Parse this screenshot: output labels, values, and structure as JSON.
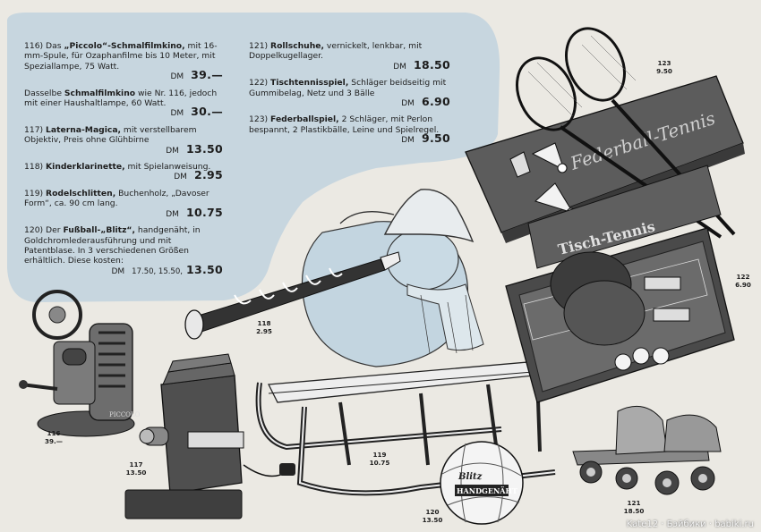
{
  "entries_left": [
    {
      "number": "116)",
      "pre": "Das ",
      "bold": "„Piccolo“-Schmalfilmkino,",
      "text": " mit 16-mm-Spule, für Ozaphanfilme bis 10 Meter, mit Speziallampe, 75 Watt.",
      "price": "39.—"
    },
    {
      "number": "",
      "pre": "Dasselbe ",
      "bold": "Schmalfilmkino",
      "text": " wie Nr. 116, jedoch mit einer Haushaltlampe, 60 Watt.",
      "price": "30.—"
    },
    {
      "number": "117)",
      "pre": "",
      "bold": "Laterna-Magica,",
      "text": " mit verstellbarem Objektiv, Preis ohne Glühbirne",
      "price": "13.50"
    },
    {
      "number": "118)",
      "pre": "",
      "bold": "Kinderklarinette,",
      "text": " mit Spielanweisung.",
      "price": "2.95"
    },
    {
      "number": "119)",
      "pre": "",
      "bold": "Rodelschlitten,",
      "text": " Buchenholz, „Davoser Form“, ca. 90 cm lang.",
      "price": "10.75"
    },
    {
      "number": "120)",
      "pre": "Der ",
      "bold": "Fußball-„Blitz“,",
      "text": " handgenäht, in Goldchromlederausführung und mit Patentblase. In 3 verschiedenen Größen erhältlich. Diese kosten:",
      "small_prices": "17.50, 15.50,",
      "price": "13.50"
    }
  ],
  "entries_right": [
    {
      "number": "121)",
      "pre": "",
      "bold": "Rollschuhe,",
      "text": " vernickelt, lenkbar, mit Doppelkugellager.",
      "price": "18.50"
    },
    {
      "number": "122)",
      "pre": "",
      "bold": "Tischtennisspiel,",
      "text": " Schläger beidseitig mit Gummibelag, Netz und 3 Bälle",
      "price": "6.90"
    },
    {
      "number": "123)",
      "pre": "",
      "bold": "Federballspiel,",
      "text": " 2 Schläger, mit Perlon bespannt, 2 Plastikbälle, Leine und Spielregel.",
      "price": "9.50"
    }
  ],
  "currency": "DM",
  "tags": {
    "t116": {
      "number": "116",
      "price": "39.—"
    },
    "t117": {
      "number": "117",
      "price": "13.50"
    },
    "t118": {
      "number": "118",
      "price": "2.95"
    },
    "t119": {
      "number": "119",
      "price": "10.75"
    },
    "t120": {
      "number": "120",
      "price": "13.50"
    },
    "t121": {
      "number": "121",
      "price": "18.50"
    },
    "t122": {
      "number": "122",
      "price": "6.90"
    },
    "t123": {
      "number": "123",
      "price": "9.50"
    }
  },
  "box_labels": {
    "federball": "Federball-Tennis",
    "tischtennis": "Tisch-Tennis",
    "ball": "HANDGENÄHT",
    "ball_brand": "Blitz",
    "projector": "PICCOLO"
  },
  "watermark": "Kate12 · Бэйбики · babiki.ru",
  "colors": {
    "paper": "#ebe9e3",
    "blob": "#c7d6df",
    "ink": "#1d1d1d"
  }
}
